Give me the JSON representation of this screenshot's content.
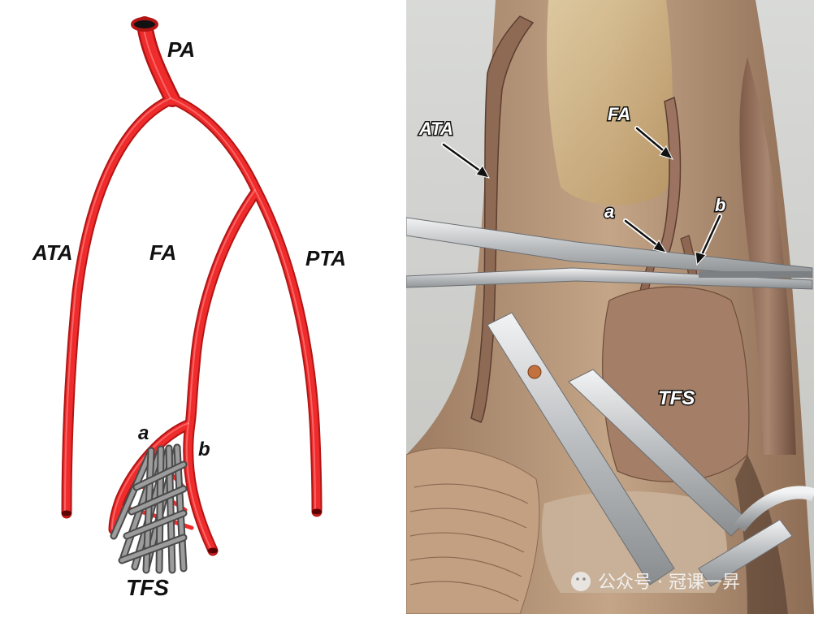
{
  "diagram": {
    "labels": {
      "pa": "PA",
      "ata": "ATA",
      "fa": "FA",
      "pta": "PTA",
      "a": "a",
      "b": "b",
      "tfs": "TFS"
    },
    "colors": {
      "artery_fill": "#ef2b2b",
      "artery_outline": "#b31515",
      "lumen": "#5a0000",
      "strut_fill": "#9c9c9c",
      "strut_outline": "#4a4a4a"
    }
  },
  "photo": {
    "labels": {
      "ata": "ATA",
      "fa": "FA",
      "a": "a",
      "b": "b",
      "tfs": "TFS"
    },
    "colors": {
      "background": "#c8c8c4",
      "tissue": "#b89a7c",
      "tissue_dark": "#7a5a44",
      "tendon": "#d8c090",
      "steel": "#d2d4d6"
    }
  },
  "watermark": {
    "text": "公众号 · 冠课一昇"
  }
}
